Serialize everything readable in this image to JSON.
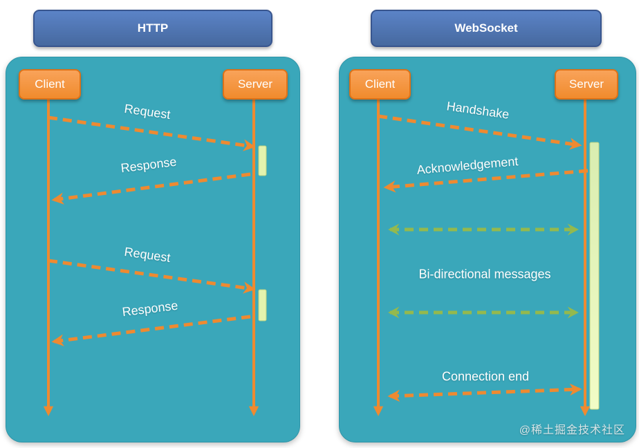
{
  "watermark": "@稀土掘金技术社区",
  "panels": [
    {
      "title": "HTTP",
      "client": "Client",
      "server": "Server",
      "messages": [
        {
          "label": "Request",
          "from": "client",
          "to": "server",
          "style": "orange-dashed"
        },
        {
          "label": "Response",
          "from": "server",
          "to": "client",
          "style": "orange-dashed"
        },
        {
          "label": "Request",
          "from": "client",
          "to": "server",
          "style": "orange-dashed"
        },
        {
          "label": "Response",
          "from": "server",
          "to": "client",
          "style": "orange-dashed"
        }
      ]
    },
    {
      "title": "WebSocket",
      "client": "Client",
      "server": "Server",
      "messages": [
        {
          "label": "Handshake",
          "from": "client",
          "to": "server",
          "style": "orange-dashed"
        },
        {
          "label": "Acknowledgement",
          "from": "server",
          "to": "client",
          "style": "orange-dashed"
        },
        {
          "label": "Bi-directional messages",
          "from": "both",
          "to": "both",
          "style": "green-dashed-bidirectional"
        },
        {
          "label": "Connection end",
          "from": "both",
          "to": "both",
          "style": "orange-dashed-bidirectional"
        }
      ]
    }
  ],
  "colors": {
    "panel_bg": "#3aa7ba",
    "title_bg": "#4a72b8",
    "actor_bg": "#f79646",
    "arrow_orange": "#ee8a31",
    "arrow_green": "#94b94e",
    "activation_bar": "#e2f2b0",
    "text": "#ffffff"
  }
}
